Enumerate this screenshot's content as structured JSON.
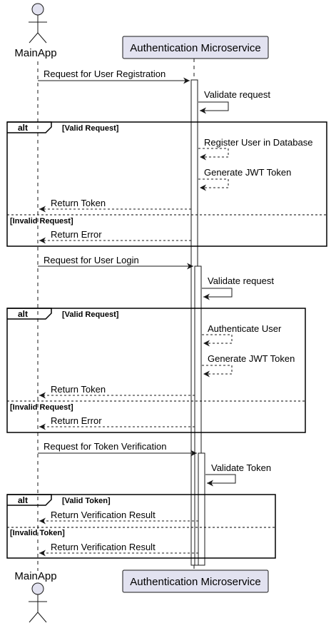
{
  "participants": {
    "left_actor": "MainApp",
    "right_service": "Authentication Microservice"
  },
  "messages": [
    "Request for User Registration",
    "Validate request",
    "Register User in Database",
    "Generate JWT Token",
    "Return Token",
    "Return Error",
    "Request for User Login",
    "Validate request",
    "Authenticate User",
    "Generate JWT Token",
    "Return Token",
    "Return Error",
    "Request for Token Verification",
    "Validate Token",
    "Return Verification Result",
    "Return Verification Result"
  ],
  "alt_blocks": [
    {
      "keyword": "alt",
      "guard": "[Valid Request]",
      "else_guard": "[Invalid Request]"
    },
    {
      "keyword": "alt",
      "guard": "[Valid Request]",
      "else_guard": "[Invalid Request]"
    },
    {
      "keyword": "alt",
      "guard": "[Valid Token]",
      "else_guard": "[Invalid Token]"
    }
  ],
  "colors": {
    "participant_fill": "#e2e2f0",
    "participant_stroke": "#181818",
    "lifeline": "#181818",
    "activation_fill": "#ffffff"
  }
}
